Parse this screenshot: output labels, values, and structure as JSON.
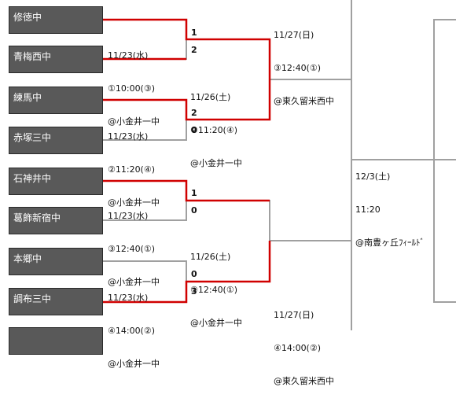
{
  "teams": [
    "修徳中",
    "青梅西中",
    "練馬中",
    "赤塚三中",
    "石神井中",
    "葛飾新宿中",
    "本郷中",
    "調布三中",
    ""
  ],
  "games": [
    {
      "date": "11/23(水)",
      "slot": "①10:00(③)",
      "venue": "@小金井一中"
    },
    {
      "date": "11/23(水)",
      "slot": "②11:20(④)",
      "venue": "@小金井一中"
    },
    {
      "date": "11/23(水)",
      "slot": "③12:40(①)",
      "venue": "@小金井一中"
    },
    {
      "date": "11/23(水)",
      "slot": "④14:00(②)",
      "venue": "@小金井一中"
    },
    {
      "date": "11/26(土)",
      "slot": "②11:20(④)",
      "venue": "@小金井一中"
    },
    {
      "date": "11/26(土)",
      "slot": "③12:40(①)",
      "venue": "@小金井一中"
    },
    {
      "date": "11/27(日)",
      "slot": "③12:40(①)",
      "venue": "@東久留米西中"
    },
    {
      "date": "11/27(日)",
      "slot": "④14:00(②)",
      "venue": "@東久留米西中"
    },
    {
      "date": "12/3(土)",
      "slot": "11:20",
      "venue": "@南豊ヶ丘ﾌｨｰﾙﾄﾞ"
    }
  ],
  "scores": [
    "1",
    "2",
    "2",
    "0",
    "1",
    "0",
    "0",
    "3"
  ],
  "colors": {
    "winner_line": "#d00000",
    "bracket_line": "#a0a0a0",
    "team_box": "#595959"
  }
}
